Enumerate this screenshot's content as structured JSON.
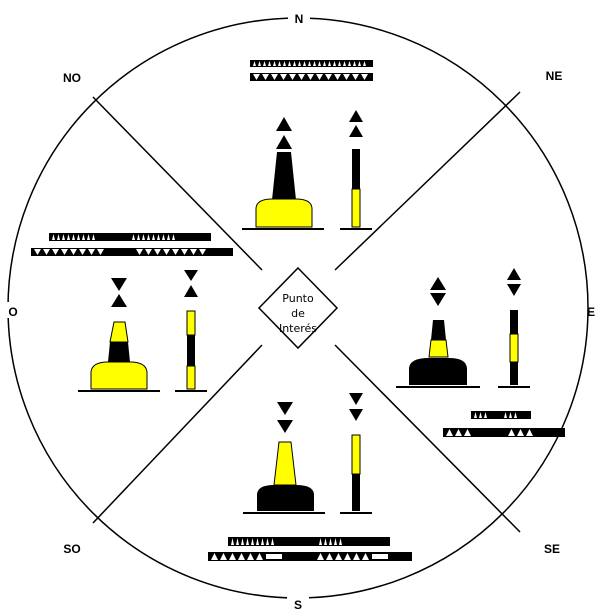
{
  "compass": {
    "n": "N",
    "ne": "NE",
    "e": "E",
    "se": "SE",
    "s": "S",
    "so": "SO",
    "o": "O",
    "no": "NO"
  },
  "center": {
    "line1": "Punto",
    "line2": "de",
    "line3": "Interés"
  },
  "colors": {
    "yellow": "#ffff00",
    "black": "#000000",
    "white": "#ffffff"
  },
  "quadrants": [
    {
      "name": "north",
      "topmark": "two cones pointing up",
      "buoy_color": "black over yellow"
    },
    {
      "name": "east",
      "topmark": "two cones base to base",
      "buoy_color": "black with yellow band"
    },
    {
      "name": "south",
      "topmark": "two cones pointing down",
      "buoy_color": "yellow over black"
    },
    {
      "name": "west",
      "topmark": "two cones point to point",
      "buoy_color": "yellow with black band"
    }
  ]
}
